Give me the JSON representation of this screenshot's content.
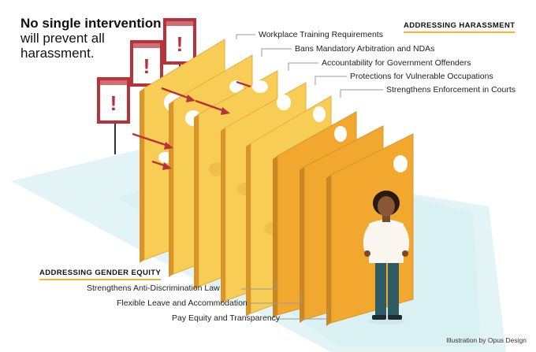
{
  "headline": {
    "bold": "No single intervention",
    "regular": "will prevent all harassment."
  },
  "sections": {
    "harassment": {
      "title": "ADDRESSING HARASSMENT",
      "items": [
        "Workplace Training Requirements",
        "Bans Mandatory Arbitration and NDAs",
        "Accountability for Government Offenders",
        "Protections for Vulnerable Occupations",
        "Strengthens Enforcement in Courts"
      ]
    },
    "gender_equity": {
      "title": "ADDRESSING GENDER EQUITY",
      "items": [
        "Strengthens Anti-Discrimination Law",
        "Flexible Leave and Accommodation",
        "Pay Equity and Transparency"
      ]
    }
  },
  "credit": "Illustration by Opus Design",
  "colors": {
    "cheese_light": "#f8cd55",
    "cheese_dark": "#f2a82f",
    "cheese_edge": "#d9952a",
    "floor": "#dff3f5",
    "sign_red": "#b8323a",
    "arrow": "#b8323a",
    "accent_underline": "#f2b531"
  }
}
